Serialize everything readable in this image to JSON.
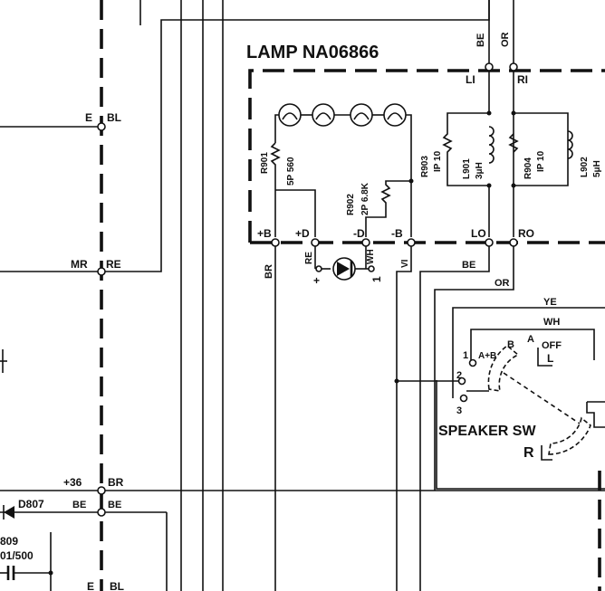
{
  "module": {
    "title": "LAMP NA06866"
  },
  "nets": {
    "left_e_bl": "E",
    "left_bl": "BL",
    "mr": "MR",
    "re": "RE",
    "plus36": "+36",
    "br": "BR",
    "d807": "D807",
    "be": "BE",
    "be2": "BE",
    "c809_line1": "809",
    "c809_line2": "01/500",
    "e_bottom": "E",
    "bl_bottom": "BL"
  },
  "lamp_board": {
    "terminals": [
      "+B",
      "+D",
      "-D",
      "-B",
      "LO",
      "RO"
    ],
    "top_terminals": [
      "LI",
      "RI"
    ],
    "top_wires": [
      "BE",
      "OR"
    ],
    "lower_wires": [
      "BR",
      "RE",
      "WH",
      "VI",
      "BE",
      "OR"
    ],
    "polarity_plus": "+",
    "polarity_one": "1"
  },
  "components": {
    "r901_name": "R901",
    "r901_value": "5P 560",
    "r902_name": "R902",
    "r902_value": "2P 6.8K",
    "r903_name": "R903",
    "r903_value": "IP 10",
    "l901_name": "L901",
    "l901_value": "3μH",
    "r904_name": "R904",
    "r904_value": "IP 10",
    "l902_name": "L902",
    "l902_value": "5μH"
  },
  "speaker_switch": {
    "label": "SPEAKER SW",
    "wire_ye": "YE",
    "wire_wh": "WH",
    "pos_1": "1",
    "pos_2": "2",
    "pos_3": "3",
    "pos_ab": "A+B",
    "pos_b": "B",
    "pos_a": "A",
    "pos_off": "OFF",
    "l": "L",
    "r": "R"
  }
}
